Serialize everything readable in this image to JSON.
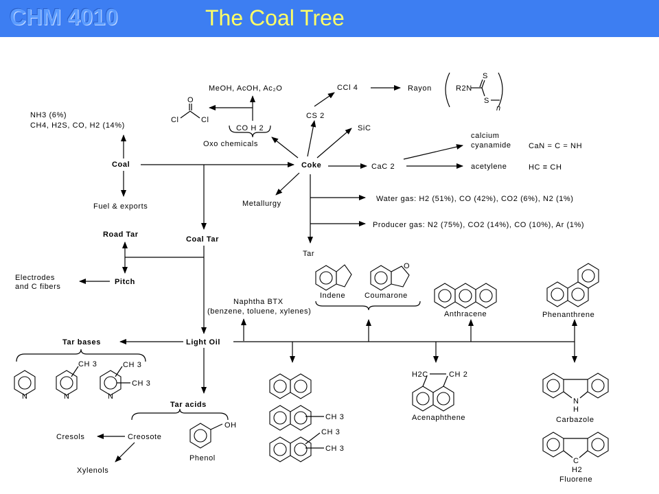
{
  "header": {
    "course": "CHM 4010",
    "title": "The Coal Tree"
  },
  "colors": {
    "header_bg": "#3d7ef2",
    "title_text": "#ffff66",
    "course_text": "#5a9bff"
  },
  "nodes": {
    "coal": "Coal",
    "coke": "Coke",
    "coal_tar": "Coal Tar",
    "road_tar": "Road Tar",
    "pitch": "Pitch",
    "light_oil": "Light Oil",
    "tar_bases": "Tar bases",
    "tar_acids": "Tar acids",
    "fuel_exports": "Fuel & exports",
    "electrodes_1": "Electrodes",
    "electrodes_2": "and C fibers",
    "creosote": "Creosote",
    "cresols": "Cresols",
    "xylenols": "Xylenols",
    "phenol": "Phenol",
    "metallurgy": "Metallurgy",
    "tar": "Tar",
    "meoh": "MeOH, AcOH, Ac₂O",
    "oxo": "Oxo chemicals",
    "co_h2": "CO  H 2",
    "ccl4": "CCl 4",
    "rayon": "Rayon",
    "cs2": "CS 2",
    "sic": "SiC",
    "cac2": "CaC 2",
    "calcium": "calcium",
    "cyanamide": "cyanamide",
    "acetylene": "acetylene",
    "nh3": "NH3 (6%)",
    "ch4": "CH4, H2S, CO, H2 (14%)",
    "water_gas": "Water gas: H2 (51%), CO (42%), CO2 (6%), N2 (1%)",
    "producer_gas": "Producer gas: N2 (75%), CO2 (14%), CO (10%), Ar (1%)",
    "naphtha": "Naphtha BTX",
    "btx_detail": "(benzene, toluene, xylenes)",
    "indene": "Indene",
    "coumarone": "Coumarone",
    "anthracene": "Anthracene",
    "phenanthrene": "Phenanthrene",
    "acenaphthene": "Acenaphthene",
    "carbazole": "Carbazole",
    "fluorene": "Fluorene"
  },
  "formula_labels": {
    "cl_left": "Cl",
    "cl_right": "Cl",
    "phosgene_o": "O",
    "r2n": "R2N",
    "s_top": "S",
    "s_bot": "S",
    "n_sub": "n",
    "cyanamide_formula": "CaN = C = NH",
    "acetylene_formula": "HC ≡ CH",
    "ch3": "CH 3",
    "n_atom": "N",
    "o_atom": "O",
    "oh": "OH",
    "h2c": "H2C",
    "ch2": "CH 2",
    "c_atom": "C",
    "h2": "H2",
    "nh_h": "H"
  }
}
